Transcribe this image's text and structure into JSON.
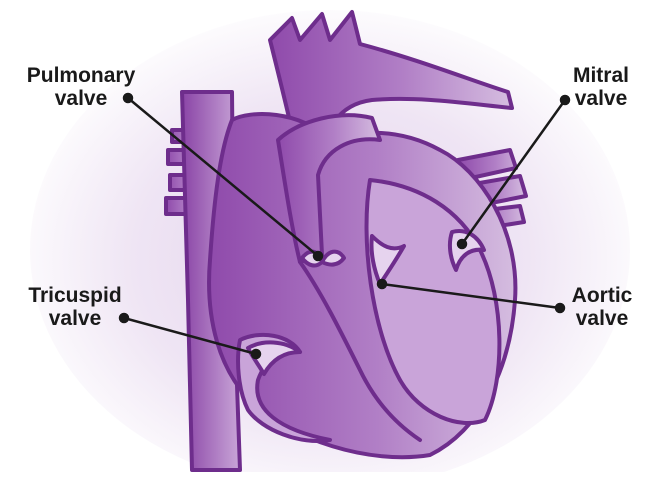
{
  "labels": {
    "pulmonary": {
      "line1": "Pulmonary",
      "line2": "valve"
    },
    "mitral": {
      "line1": "Mitral",
      "line2": "valve"
    },
    "tricuspid": {
      "line1": "Tricuspid",
      "line2": "valve"
    },
    "aortic": {
      "line1": "Aortic",
      "line2": "valve"
    }
  },
  "colors": {
    "outline": "#6e2d8c",
    "fill_dark": "#9b5bb5",
    "fill_mid": "#b684c9",
    "fill_light": "#e6d3ee",
    "glow": "#eadff0",
    "leader": "#1a1a1a"
  }
}
